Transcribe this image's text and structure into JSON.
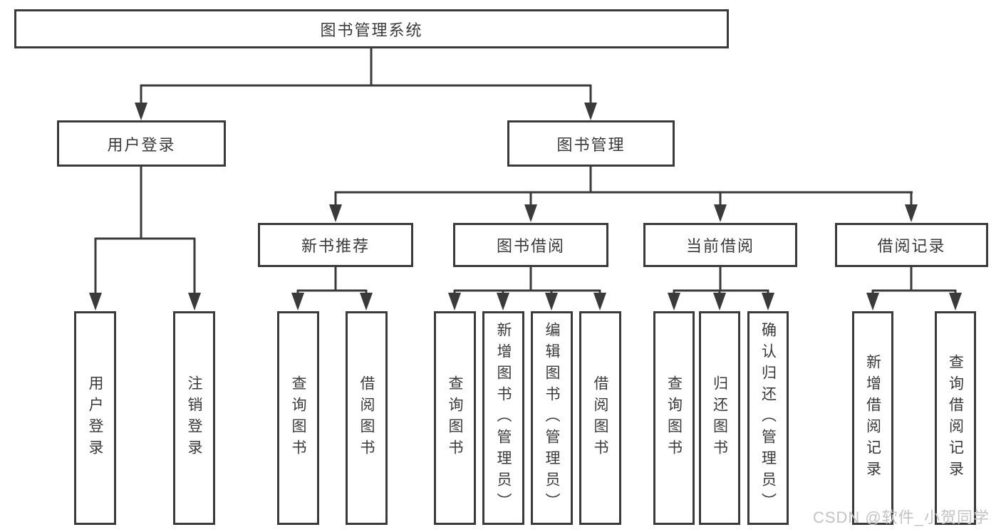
{
  "diagram": {
    "root": {
      "label": "图书管理系统"
    },
    "level2": [
      {
        "id": "user-login",
        "label": "用户登录",
        "children": [
          {
            "label": "用户登录"
          },
          {
            "label": "注销登录"
          }
        ]
      },
      {
        "id": "book-management",
        "label": "图书管理",
        "children": [
          {
            "label": "新书推荐",
            "children": [
              {
                "label": "查询图书"
              },
              {
                "label": "借阅图书"
              }
            ]
          },
          {
            "label": "图书借阅",
            "children": [
              {
                "label": "查询图书"
              },
              {
                "label": "新增图书（管理员）"
              },
              {
                "label": "编辑图书（管理员）"
              },
              {
                "label": "借阅图书"
              }
            ]
          },
          {
            "label": "当前借阅",
            "children": [
              {
                "label": "查询图书"
              },
              {
                "label": "归还图书"
              },
              {
                "label": "确认归还（管理员）"
              }
            ]
          },
          {
            "label": "借阅记录",
            "children": [
              {
                "label": "新增借阅记录"
              },
              {
                "label": "查询借阅记录"
              }
            ]
          }
        ]
      }
    ],
    "colors": {
      "line": "#3a3a3a",
      "text": "#3a3a3a",
      "background": "#ffffff",
      "watermark": "#c3c3c3"
    }
  },
  "watermark": {
    "text": "CSDN @软件_小贺同学"
  }
}
